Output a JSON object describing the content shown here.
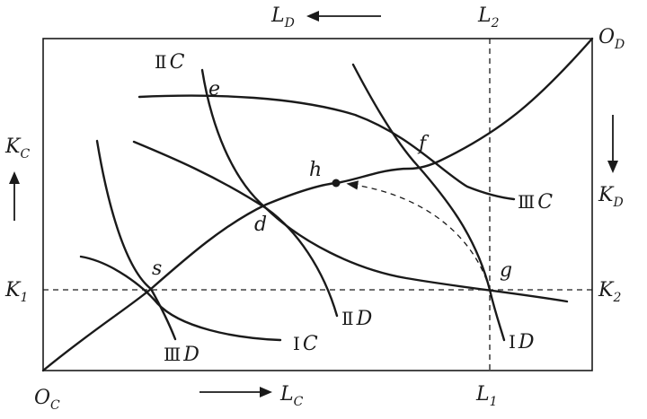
{
  "labels": {
    "O_C": {
      "main": "O",
      "sub": "C"
    },
    "O_D": {
      "main": "O",
      "sub": "D"
    },
    "L_D": {
      "main": "L",
      "sub": "D"
    },
    "L_C": {
      "main": "L",
      "sub": "C"
    },
    "K_C": {
      "main": "K",
      "sub": "C"
    },
    "K_D": {
      "main": "K",
      "sub": "D"
    },
    "K_1": {
      "main": "K",
      "sub": "1"
    },
    "K_2": {
      "main": "K",
      "sub": "2"
    },
    "L_1": {
      "main": "L",
      "sub": "1"
    },
    "L_2": {
      "main": "L",
      "sub": "2"
    }
  },
  "points": {
    "s": "s",
    "d": "d",
    "h": "h",
    "f": "f",
    "g": "g",
    "e": "e"
  },
  "curves": {
    "IC": {
      "roman": "Ⅰ",
      "letter": "C"
    },
    "IIC": {
      "roman": "Ⅱ",
      "letter": "C"
    },
    "IIIC": {
      "roman": "Ⅲ",
      "letter": "C"
    },
    "ID": {
      "roman": "Ⅰ",
      "letter": "D"
    },
    "IID": {
      "roman": "Ⅱ",
      "letter": "D"
    },
    "IIID": {
      "roman": "Ⅲ",
      "letter": "D"
    }
  }
}
